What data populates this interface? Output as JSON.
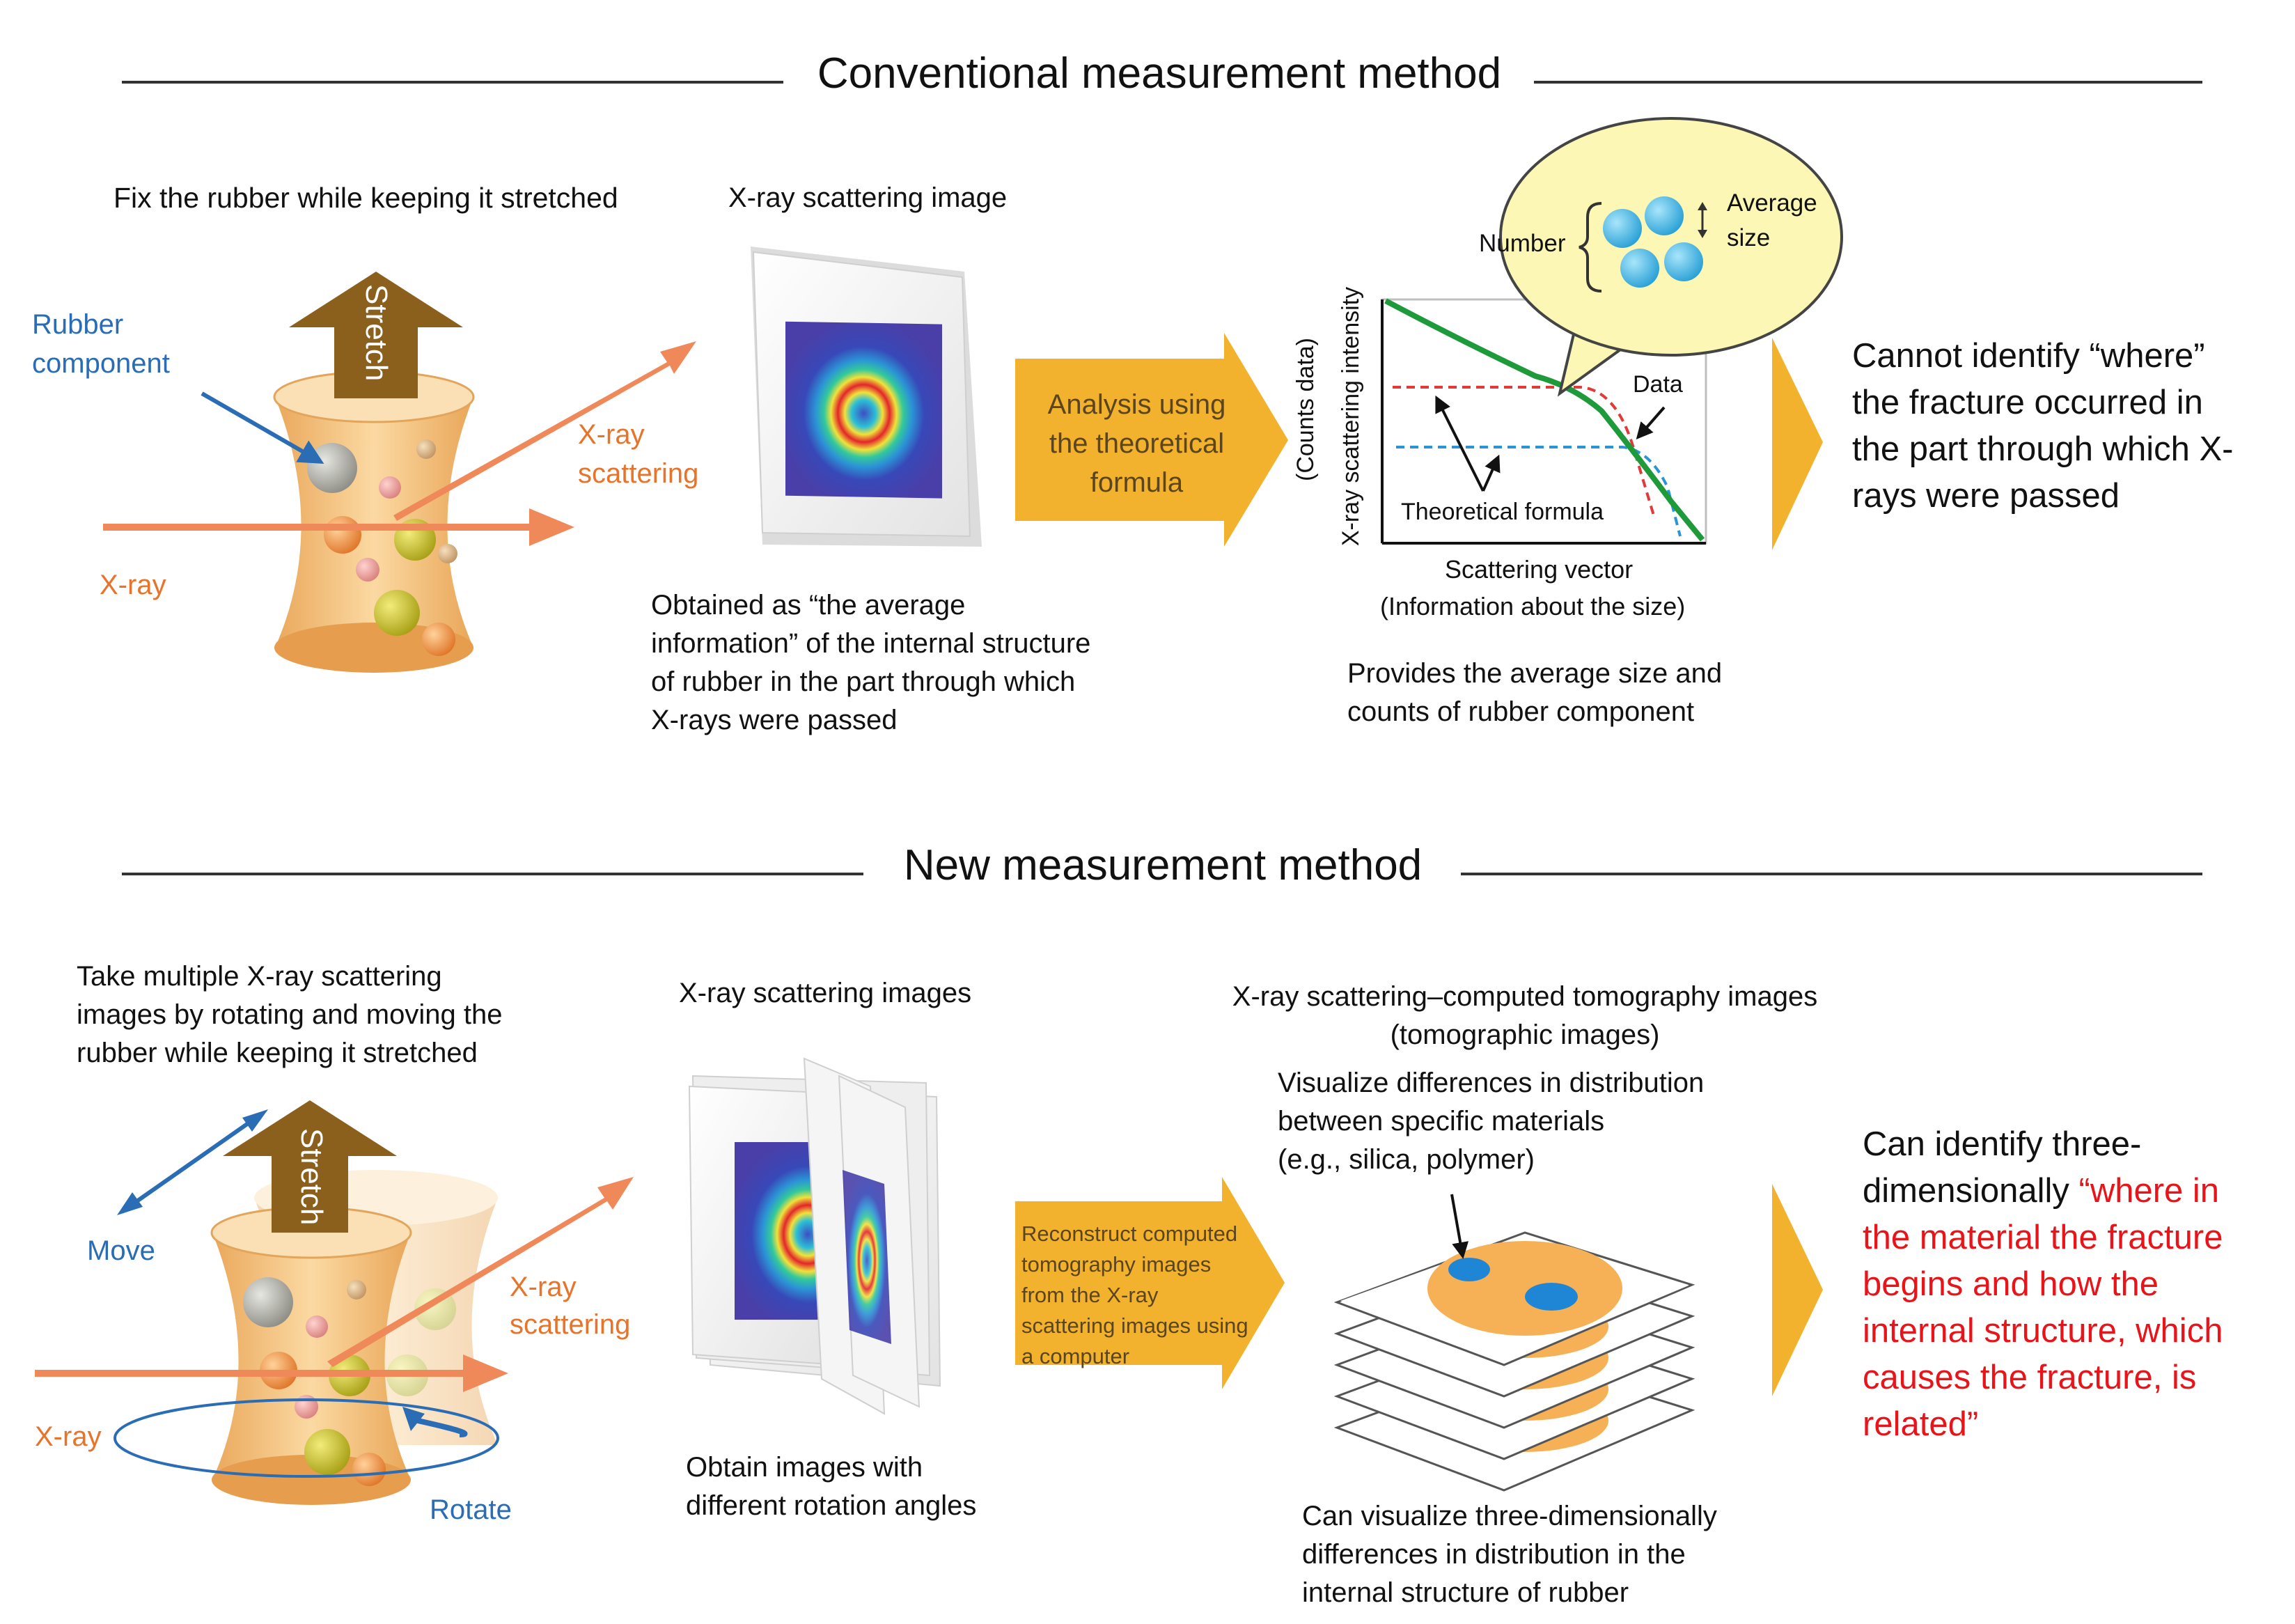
{
  "top": {
    "title": "Conventional measurement method",
    "fix_text": "Fix the rubber while keeping it stretched",
    "stretch": "Stretch",
    "rubber_component": [
      "Rubber",
      "component"
    ],
    "xray": "X-ray",
    "xray_scattering": [
      "X-ray",
      "scattering"
    ],
    "scatter_image_title": "X-ray scattering image",
    "obtained_text": [
      "Obtained as “the average",
      "information” of the internal structure",
      "of rubber in the part through which",
      "X-rays were passed"
    ],
    "analysis_arrow": [
      "Analysis using",
      "the theoretical",
      "formula"
    ],
    "bubble": {
      "number": "Number",
      "average": "Average",
      "size": "size"
    },
    "graph": {
      "ylabel_1": "(Counts data)",
      "ylabel_2": "X-ray scattering intensity",
      "data_label": "Data",
      "theory_label": "Theoretical formula",
      "xlabel_1": "Scattering vector",
      "xlabel_2": "(Information about the size)"
    },
    "provides_text": [
      "Provides the average size and",
      "counts of rubber component"
    ],
    "conclusion": [
      "Cannot identify “where”",
      "the fracture occurred in",
      "the part through which X-",
      "rays were passed"
    ]
  },
  "bottom": {
    "title": "New measurement method",
    "take_text": [
      "Take multiple X-ray scattering",
      "images by rotating and moving the",
      "rubber while keeping it stretched"
    ],
    "stretch": "Stretch",
    "move": "Move",
    "rotate": "Rotate",
    "xray": "X-ray",
    "xray_scattering": [
      "X-ray",
      "scattering"
    ],
    "images_title": "X-ray scattering images",
    "obtain_text": [
      "Obtain images with",
      "different rotation angles"
    ],
    "reconstruct_arrow": [
      "Reconstruct computed",
      "tomography images",
      "from the X-ray",
      "scattering images using",
      "a computer"
    ],
    "ct_title_1": "X-ray scattering–computed tomography images",
    "ct_title_2": "(tomographic images)",
    "visualize_text": [
      "Visualize differences in distribution",
      "between specific materials",
      "(e.g., silica, polymer)"
    ],
    "can_visualize_text": [
      "Can visualize three-dimensionally",
      "differences in distribution in the",
      "internal structure of rubber"
    ],
    "conclusion_black_1": "Can identify three-",
    "conclusion_black_2": "dimensionally ",
    "conclusion_red": [
      "“where in",
      "the material the fracture",
      "begins and how the",
      "internal structure, which",
      "causes the fracture, is",
      "related”"
    ]
  },
  "colors": {
    "orange": "#e8732a",
    "blue": "#2a6db5",
    "gold_arrow": "#f3b22e",
    "brown_arrow": "#8b5f1c",
    "rubber": "#f6c983",
    "red_text": "#e8141a",
    "green_line": "#1f9a3b"
  }
}
